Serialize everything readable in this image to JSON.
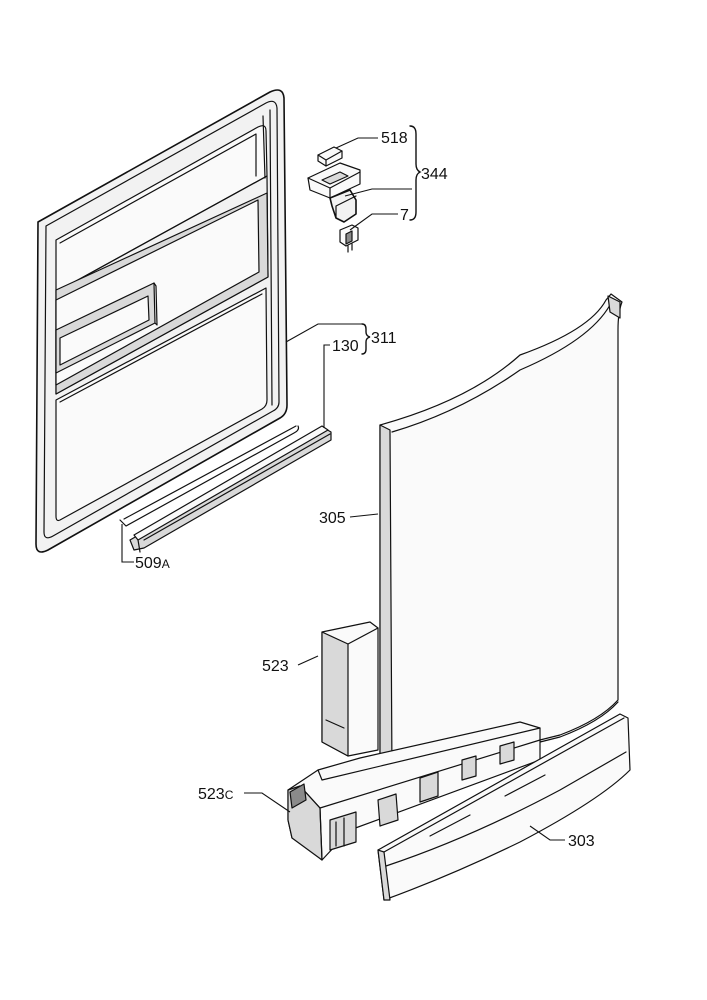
{
  "callouts": {
    "c518": "518",
    "c344": "344",
    "c7": "7",
    "c311": "311",
    "c130": "130",
    "c509a_num": "509",
    "c509a_suffix": "A",
    "c305": "305",
    "c523": "523",
    "c523c_num": "523",
    "c523c_suffix": "C",
    "c303": "303"
  }
}
